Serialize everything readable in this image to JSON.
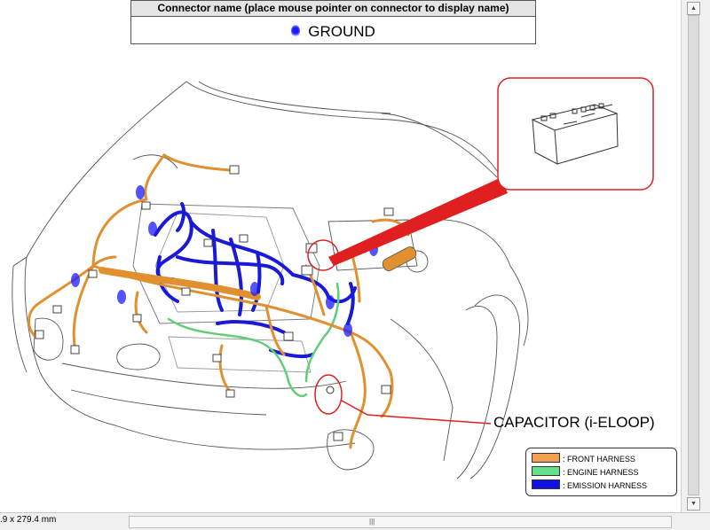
{
  "header": {
    "title": "Connector name (place mouse pointer on connector to display name)",
    "ground_label": "GROUND"
  },
  "callout": {
    "capacitor_label": "CAPACITOR (i-ELOOP)"
  },
  "legend": {
    "items": [
      {
        "label": ": FRONT HARNESS",
        "color": "#f0a050"
      },
      {
        "label": ": ENGINE HARNESS",
        "color": "#66e08a"
      },
      {
        "label": ": EMISSION HARNESS",
        "color": "#1010e0"
      }
    ]
  },
  "status": {
    "page_size": ".9 x 279.4 mm"
  },
  "colors": {
    "front_harness": "#e0902f",
    "engine_harness": "#5fcf77",
    "emission_harness": "#1a1ad6",
    "callout_red": "#e02020"
  }
}
